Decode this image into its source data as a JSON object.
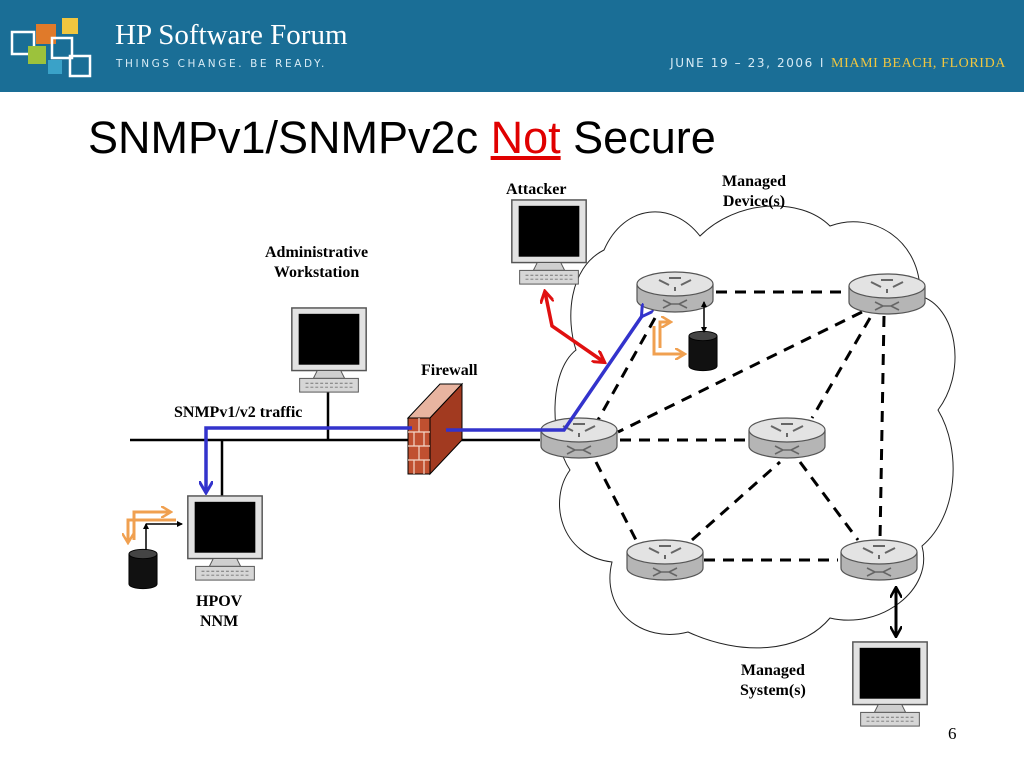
{
  "header": {
    "brand_title": "HP Software Forum",
    "tagline": "THINGS CHANGE. BE READY.",
    "event_dates": "JUNE 19 – 23, 2006",
    "event_separator": "I",
    "event_location": "MIAMI BEACH, FLORIDA",
    "banner_color": "#1a6e96"
  },
  "slide": {
    "title_before": "SNMPv1/SNMPv2c",
    "title_highlight": "Not",
    "title_after": "Secure",
    "highlight_color": "#e00000",
    "page_number": "6"
  },
  "diagram": {
    "attacker_label": "Attacker",
    "managed_devices_line1": "Managed",
    "managed_devices_line2": "Device(s)",
    "admin_workstation_line1": "Administrative",
    "admin_workstation_line2": "Workstation",
    "firewall_label": "Firewall",
    "traffic_label": "SNMPv1/v2 traffic",
    "hpov_line1": "HPOV",
    "hpov_line2": "NNM",
    "managed_systems_line1": "Managed",
    "managed_systems_line2": "System(s)",
    "colors": {
      "snmp_path": "#3333cc",
      "attack_path": "#e01010",
      "data_arrows": "#f0a050",
      "firewall_brick": "#c05030"
    }
  }
}
